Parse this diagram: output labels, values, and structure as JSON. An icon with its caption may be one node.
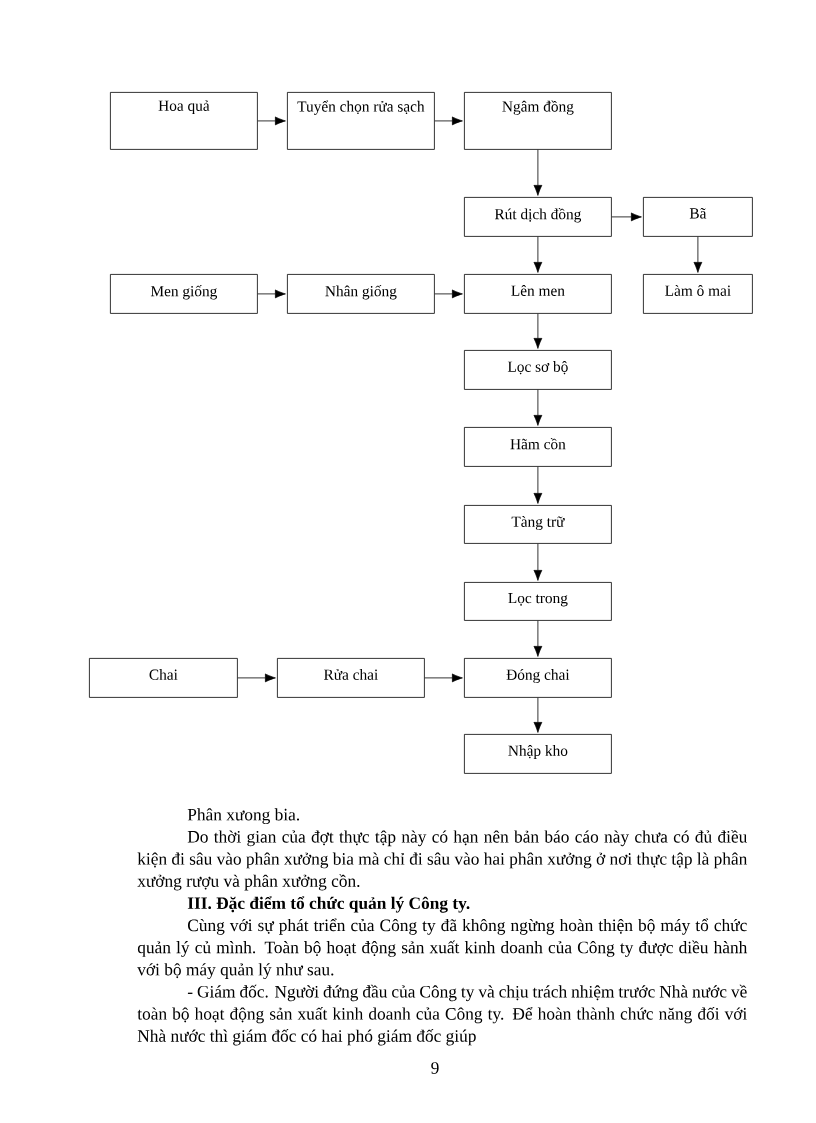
{
  "diagram": {
    "nodes": [
      {
        "text": [
          "Hoa quả"
        ]
      },
      {
        "text": [
          "Tuyển chọn rửa sạch"
        ]
      },
      {
        "text": [
          "Ngâm đồng"
        ]
      },
      {
        "text": [
          "Rút dịch đồng"
        ]
      },
      {
        "text": [
          "Bã"
        ]
      },
      {
        "text": [
          "Men giống"
        ]
      },
      {
        "text": [
          "Nhân giống"
        ]
      },
      {
        "text": [
          "Lên men"
        ]
      },
      {
        "text": [
          "Làm ô mai"
        ]
      },
      {
        "text": [
          "Lọc sơ bộ"
        ]
      },
      {
        "text": [
          "Hãm cồn"
        ]
      },
      {
        "text": [
          "Tàng trữ"
        ]
      },
      {
        "text": [
          "Lọc trong"
        ]
      },
      {
        "text": [
          "Chai"
        ]
      },
      {
        "text": [
          "Rửa chai"
        ]
      },
      {
        "text": [
          "Đóng chai"
        ]
      },
      {
        "text": [
          "Nhập kho"
        ]
      }
    ],
    "edges": [
      {
        "from": 0,
        "to": 1,
        "arrow": "to"
      },
      {
        "from": 1,
        "to": 2,
        "arrow": "to"
      },
      {
        "from": 2,
        "to": 3,
        "arrow": "to"
      },
      {
        "from": 3,
        "to": 4,
        "arrow": "to"
      },
      {
        "from": 4,
        "to": 8,
        "arrow": "to"
      },
      {
        "from": 3,
        "to": 7,
        "arrow": "to"
      },
      {
        "from": 5,
        "to": 6,
        "arrow": "to"
      },
      {
        "from": 6,
        "to": 7,
        "arrow": "to"
      },
      {
        "from": 7,
        "to": 9,
        "arrow": "to"
      },
      {
        "from": 9,
        "to": 10,
        "arrow": "to"
      },
      {
        "from": 10,
        "to": 11,
        "arrow": "to"
      },
      {
        "from": 11,
        "to": 12,
        "arrow": "to"
      },
      {
        "from": 12,
        "to": 15,
        "arrow": "to"
      },
      {
        "from": 13,
        "to": 14,
        "arrow": "to"
      },
      {
        "from": 14,
        "to": 15,
        "arrow": "to"
      },
      {
        "from": 15,
        "to": 16,
        "arrow": "to"
      }
    ],
    "labels": [
      "Phân xưong bia.",
      "Do thời gian của đợt thực tập này có hạn nên bản báo cáo này chưa có đủ điều kiện đi sâu vào phân xưởng bia mà chỉ đi sâu vào hai phân xưởng ở nơi thực tập là phân xưởng rượu và phân xưởng cồn.",
      "III. Đặc điểm tổ chức quản lý Công ty.",
      "Cùng với sự phát triển của Công ty đã không ngừng hoàn thiện bộ máy tổ chức quản lý củ mình. Toàn bộ hoạt động sản xuất kinh doanh của Công ty được diều hành với bộ máy quản lý như sau.",
      "- Giám đốc. Người đứng đầu của Công ty và chịu trách nhiệm trước Nhà nước về toàn bộ hoạt động sản xuất kinh doanh của Công ty. Để hoàn thành chức năng đối với Nhà nước thì giám đốc có hai phó giám đốc giúp",
      "9"
    ]
  }
}
